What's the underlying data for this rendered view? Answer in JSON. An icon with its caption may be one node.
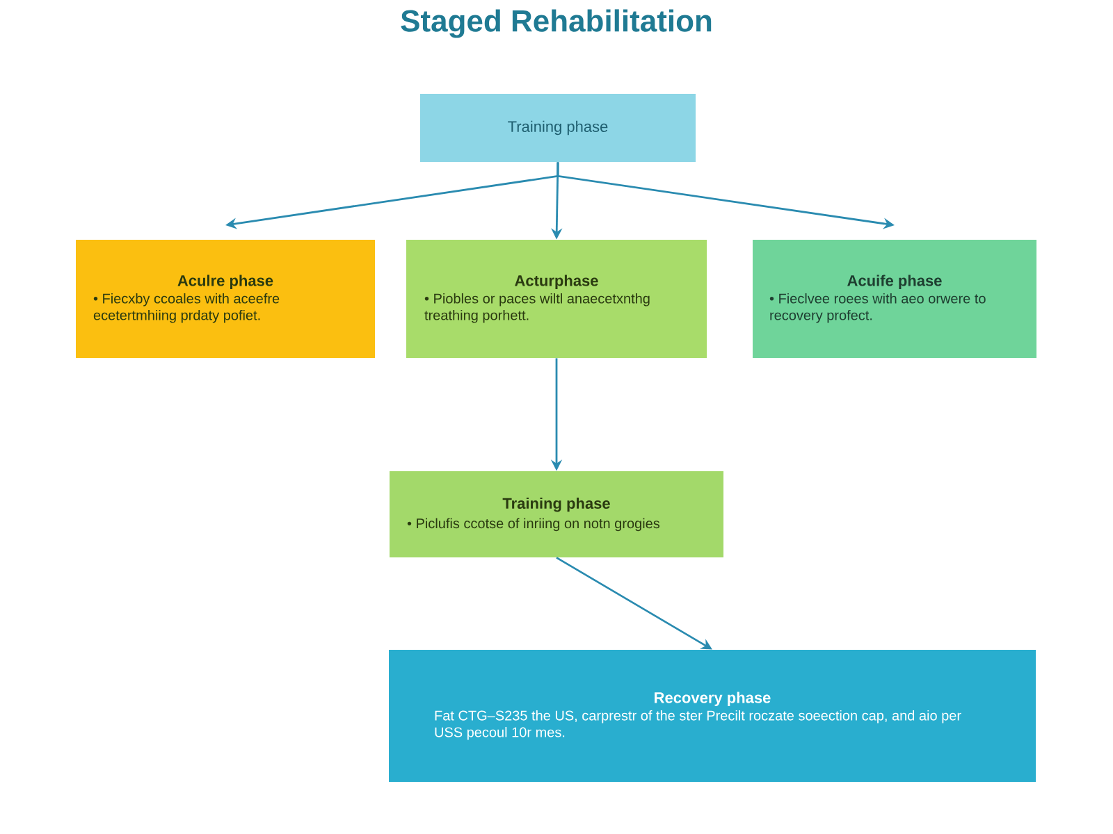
{
  "diagram": {
    "title": "Staged Rehabilitation",
    "nodes": [
      {
        "text": [
          "Training phase"
        ]
      },
      {
        "text": [
          "Aculre phase",
          "• Fiecxby ccoales with aceefre ecetertmhiing prdaty pofiet."
        ]
      },
      {
        "text": [
          "Acturphase",
          "• Piobles or paces wiltl anaecetxnthg treathing porhett."
        ]
      },
      {
        "text": [
          "Acuife phase",
          "• Fieclvee roees with aeo orwere to recovery profect."
        ]
      },
      {
        "text": [
          "Training phase",
          "• Piclufis ccotse of inriing on notn grogies"
        ]
      },
      {
        "text": [
          "Recovery phase",
          "Fat CTG–S235 the US, carprestr of the ster Precilt roczate soeection cap, and aio per USS pecoul 10r mes."
        ]
      }
    ],
    "edges": [
      {
        "from": 0,
        "to": 1,
        "arrow": "to"
      },
      {
        "from": 0,
        "to": 2,
        "arrow": "to"
      },
      {
        "from": 0,
        "to": 3,
        "arrow": "to"
      },
      {
        "from": 2,
        "to": 4,
        "arrow": "to"
      },
      {
        "from": 4,
        "to": 5,
        "arrow": "to"
      }
    ]
  }
}
